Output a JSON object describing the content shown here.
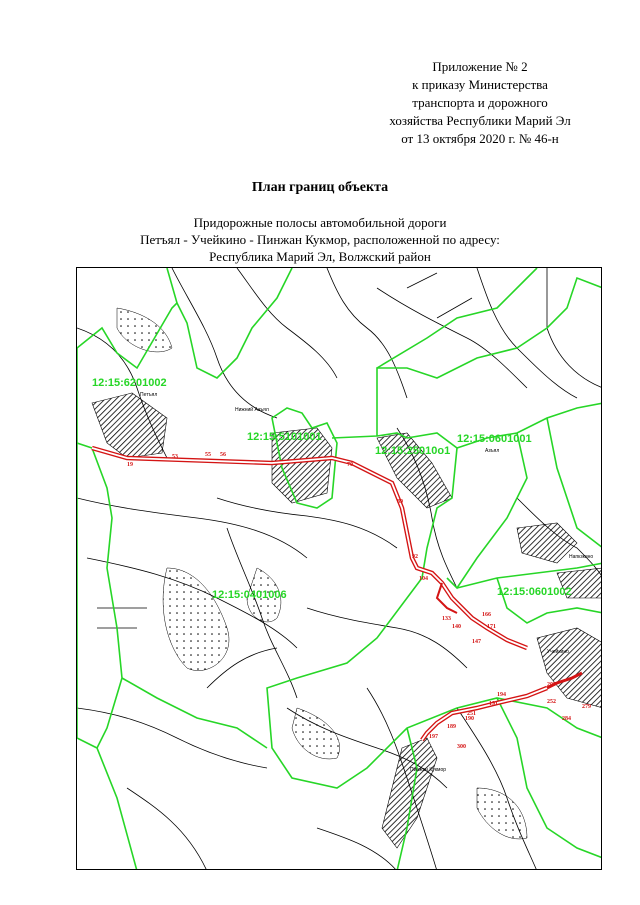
{
  "header": {
    "line1": "Приложение № 2",
    "line2": "к приказу Министерства",
    "line3": "транспорта и дорожного",
    "line4": "хозяйства Республики Марий Эл",
    "line5": "от 13 октября 2020 г. № 46-н"
  },
  "title": "План границ объекта",
  "subtitle": {
    "line1": "Придорожные полосы автомобильной дороги",
    "line2": "Петъял - Учейкино - Пинжан Кукмор, расположенной по адресу:",
    "line3": "Республика Марий Эл,  Волжский район"
  },
  "map": {
    "cadastral_labels": [
      "12:15:6201002",
      "12:15:5101001",
      "12:15:25010о1",
      "12:15:0601001",
      "12:15:0401006",
      "12:15:0601002"
    ],
    "settlements": [
      "Петъял",
      "Нижний Азъял",
      "Азъял",
      "Учейкино",
      "Пинжан Кукмор",
      "Напкзкино"
    ],
    "point_numbers": [
      "19",
      "53",
      "55",
      "56",
      "70",
      "89",
      "92",
      "104",
      "133",
      "140",
      "147",
      "166",
      "171",
      "189",
      "190",
      "191",
      "194",
      "197",
      "207",
      "251",
      "252",
      "279",
      "284",
      "300"
    ],
    "colors": {
      "boundary": "#27d627",
      "route": "#d41414",
      "lines": "#000000"
    }
  }
}
